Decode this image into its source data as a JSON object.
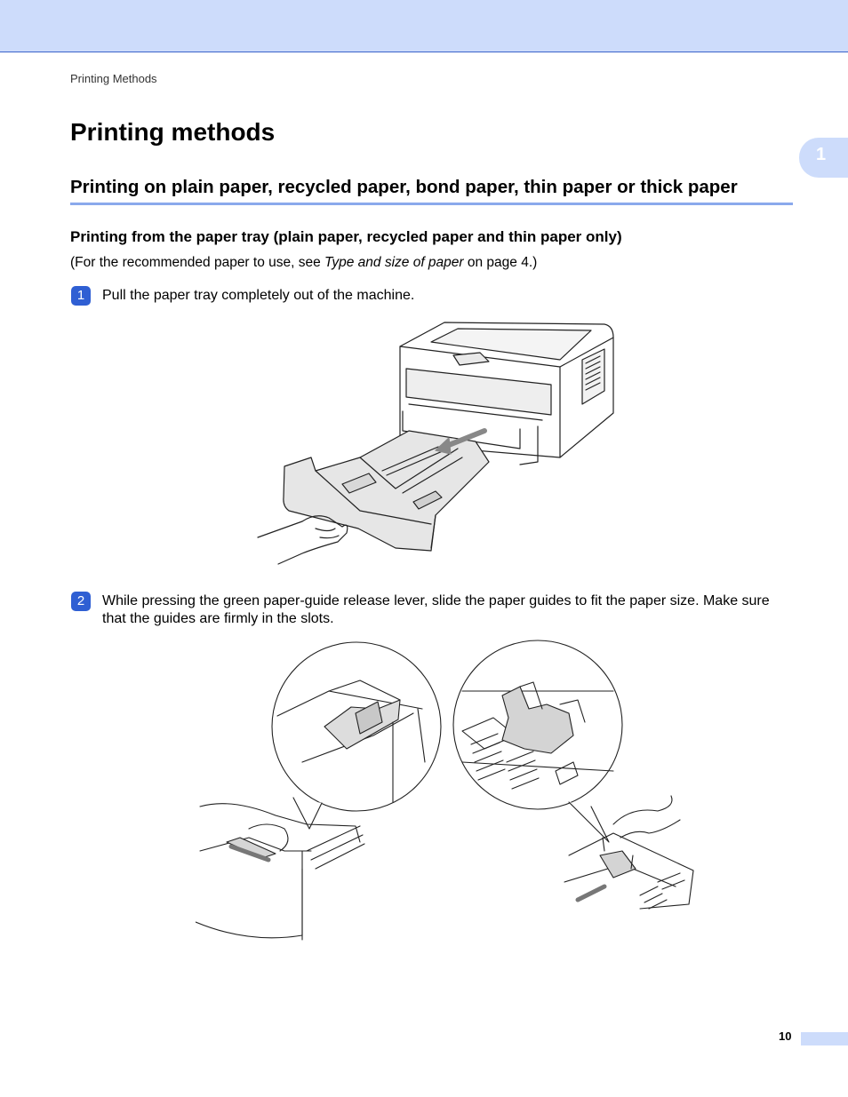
{
  "header": {
    "running_title": "Printing Methods"
  },
  "chapter_tab": {
    "number": "1"
  },
  "page": {
    "title": "Printing methods",
    "section_heading": "Printing on plain paper, recycled paper, bond paper, thin paper or thick paper",
    "subsection_heading": "Printing from the paper tray (plain paper, recycled paper and thin paper only)",
    "intro": {
      "before": "(For the recommended paper to use, see ",
      "link": "Type and size of paper",
      "after": " on page 4.)"
    },
    "steps": [
      {
        "number": "1",
        "text": "Pull the paper tray completely out of the machine."
      },
      {
        "number": "2",
        "text": "While pressing the green paper-guide release lever, slide the paper guides to fit the paper size. Make sure that the guides are firmly in the slots."
      }
    ]
  },
  "footer": {
    "page_number": "10"
  },
  "colors": {
    "band": "#cddcfb",
    "rule": "#8aa9ec",
    "step_badge": "#2f5fd3"
  }
}
